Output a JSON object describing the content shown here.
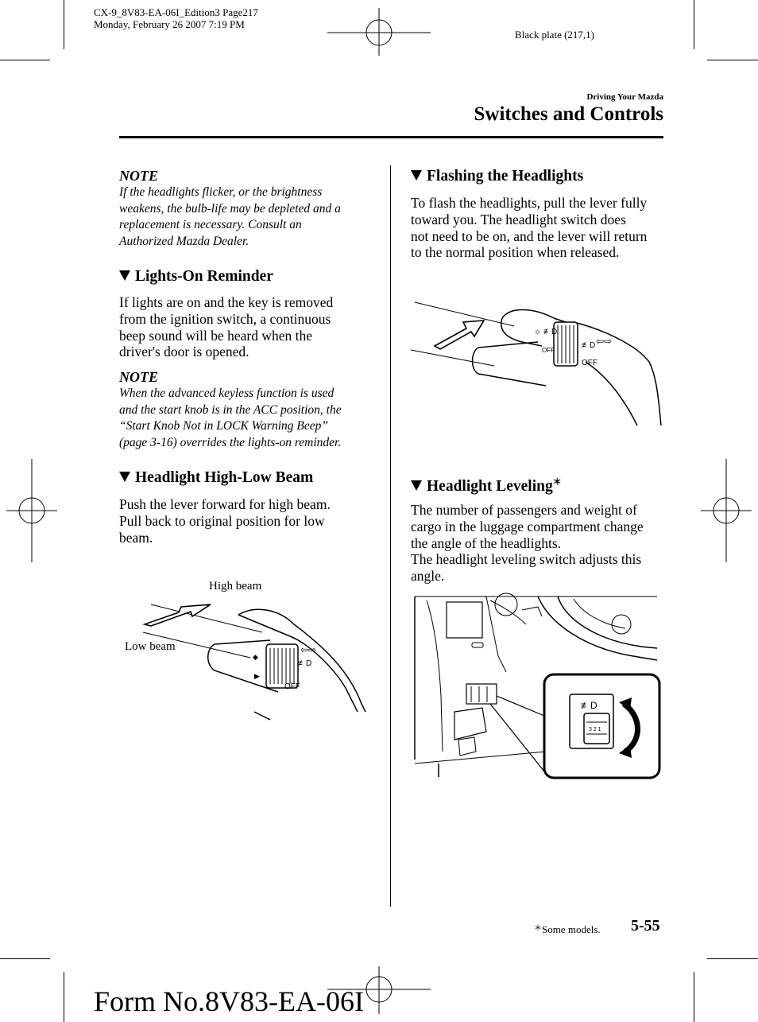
{
  "print_meta": {
    "file_line": "CX-9_8V83-EA-06I_Edition3 Page217",
    "date_line": "Monday, February 26 2007 7:19 PM",
    "plate": "Black plate (217,1)"
  },
  "header": {
    "section": "Driving Your Mazda",
    "title": "Switches and Controls"
  },
  "left_column": {
    "note1": {
      "heading": "NOTE",
      "lines": [
        "If the headlights flicker, or the brightness",
        "weakens, the bulb-life may be depleted and a",
        "replacement is necessary. Consult an",
        "Authorized Mazda Dealer."
      ]
    },
    "lights_on": {
      "heading": "Lights-On Reminder",
      "lines": [
        "If lights are on and the key is removed",
        "from the ignition switch, a continuous",
        "beep sound will be heard when the",
        "driver's door is opened."
      ]
    },
    "note2": {
      "heading": "NOTE",
      "lines": [
        "When the advanced keyless function is used",
        "and the start knob is in the ACC position, the",
        "“Start Knob Not in LOCK Warning Beep”",
        "(page 3-16) overrides the lights-on reminder."
      ]
    },
    "high_low": {
      "heading": "Headlight High-Low Beam",
      "lines": [
        "Push the lever forward for high beam.",
        "Pull back to original position for low",
        "beam."
      ],
      "figure": {
        "high_label": "High beam",
        "low_label": "Low beam",
        "off_label": "OFF"
      }
    }
  },
  "right_column": {
    "flashing": {
      "heading": "Flashing the Headlights",
      "lines": [
        "To flash the headlights, pull the lever fully",
        "toward you. The headlight switch does",
        "not need to be on, and the lever will return",
        "to the normal position when released."
      ],
      "figure": {
        "off_label": "OFF"
      }
    },
    "leveling": {
      "heading": "Headlight Leveling",
      "asterisk": "＊",
      "lines": [
        "The number of passengers and weight of",
        "cargo in the luggage compartment change",
        "the angle of the headlights.",
        "The headlight leveling switch adjusts this",
        "angle."
      ],
      "figure": {
        "switch_numbers": "3 2 1"
      }
    }
  },
  "footer": {
    "asterisk": "＊",
    "note": "Some models.",
    "page_number": "5-55",
    "form_number": "Form No.8V83-EA-06I"
  }
}
